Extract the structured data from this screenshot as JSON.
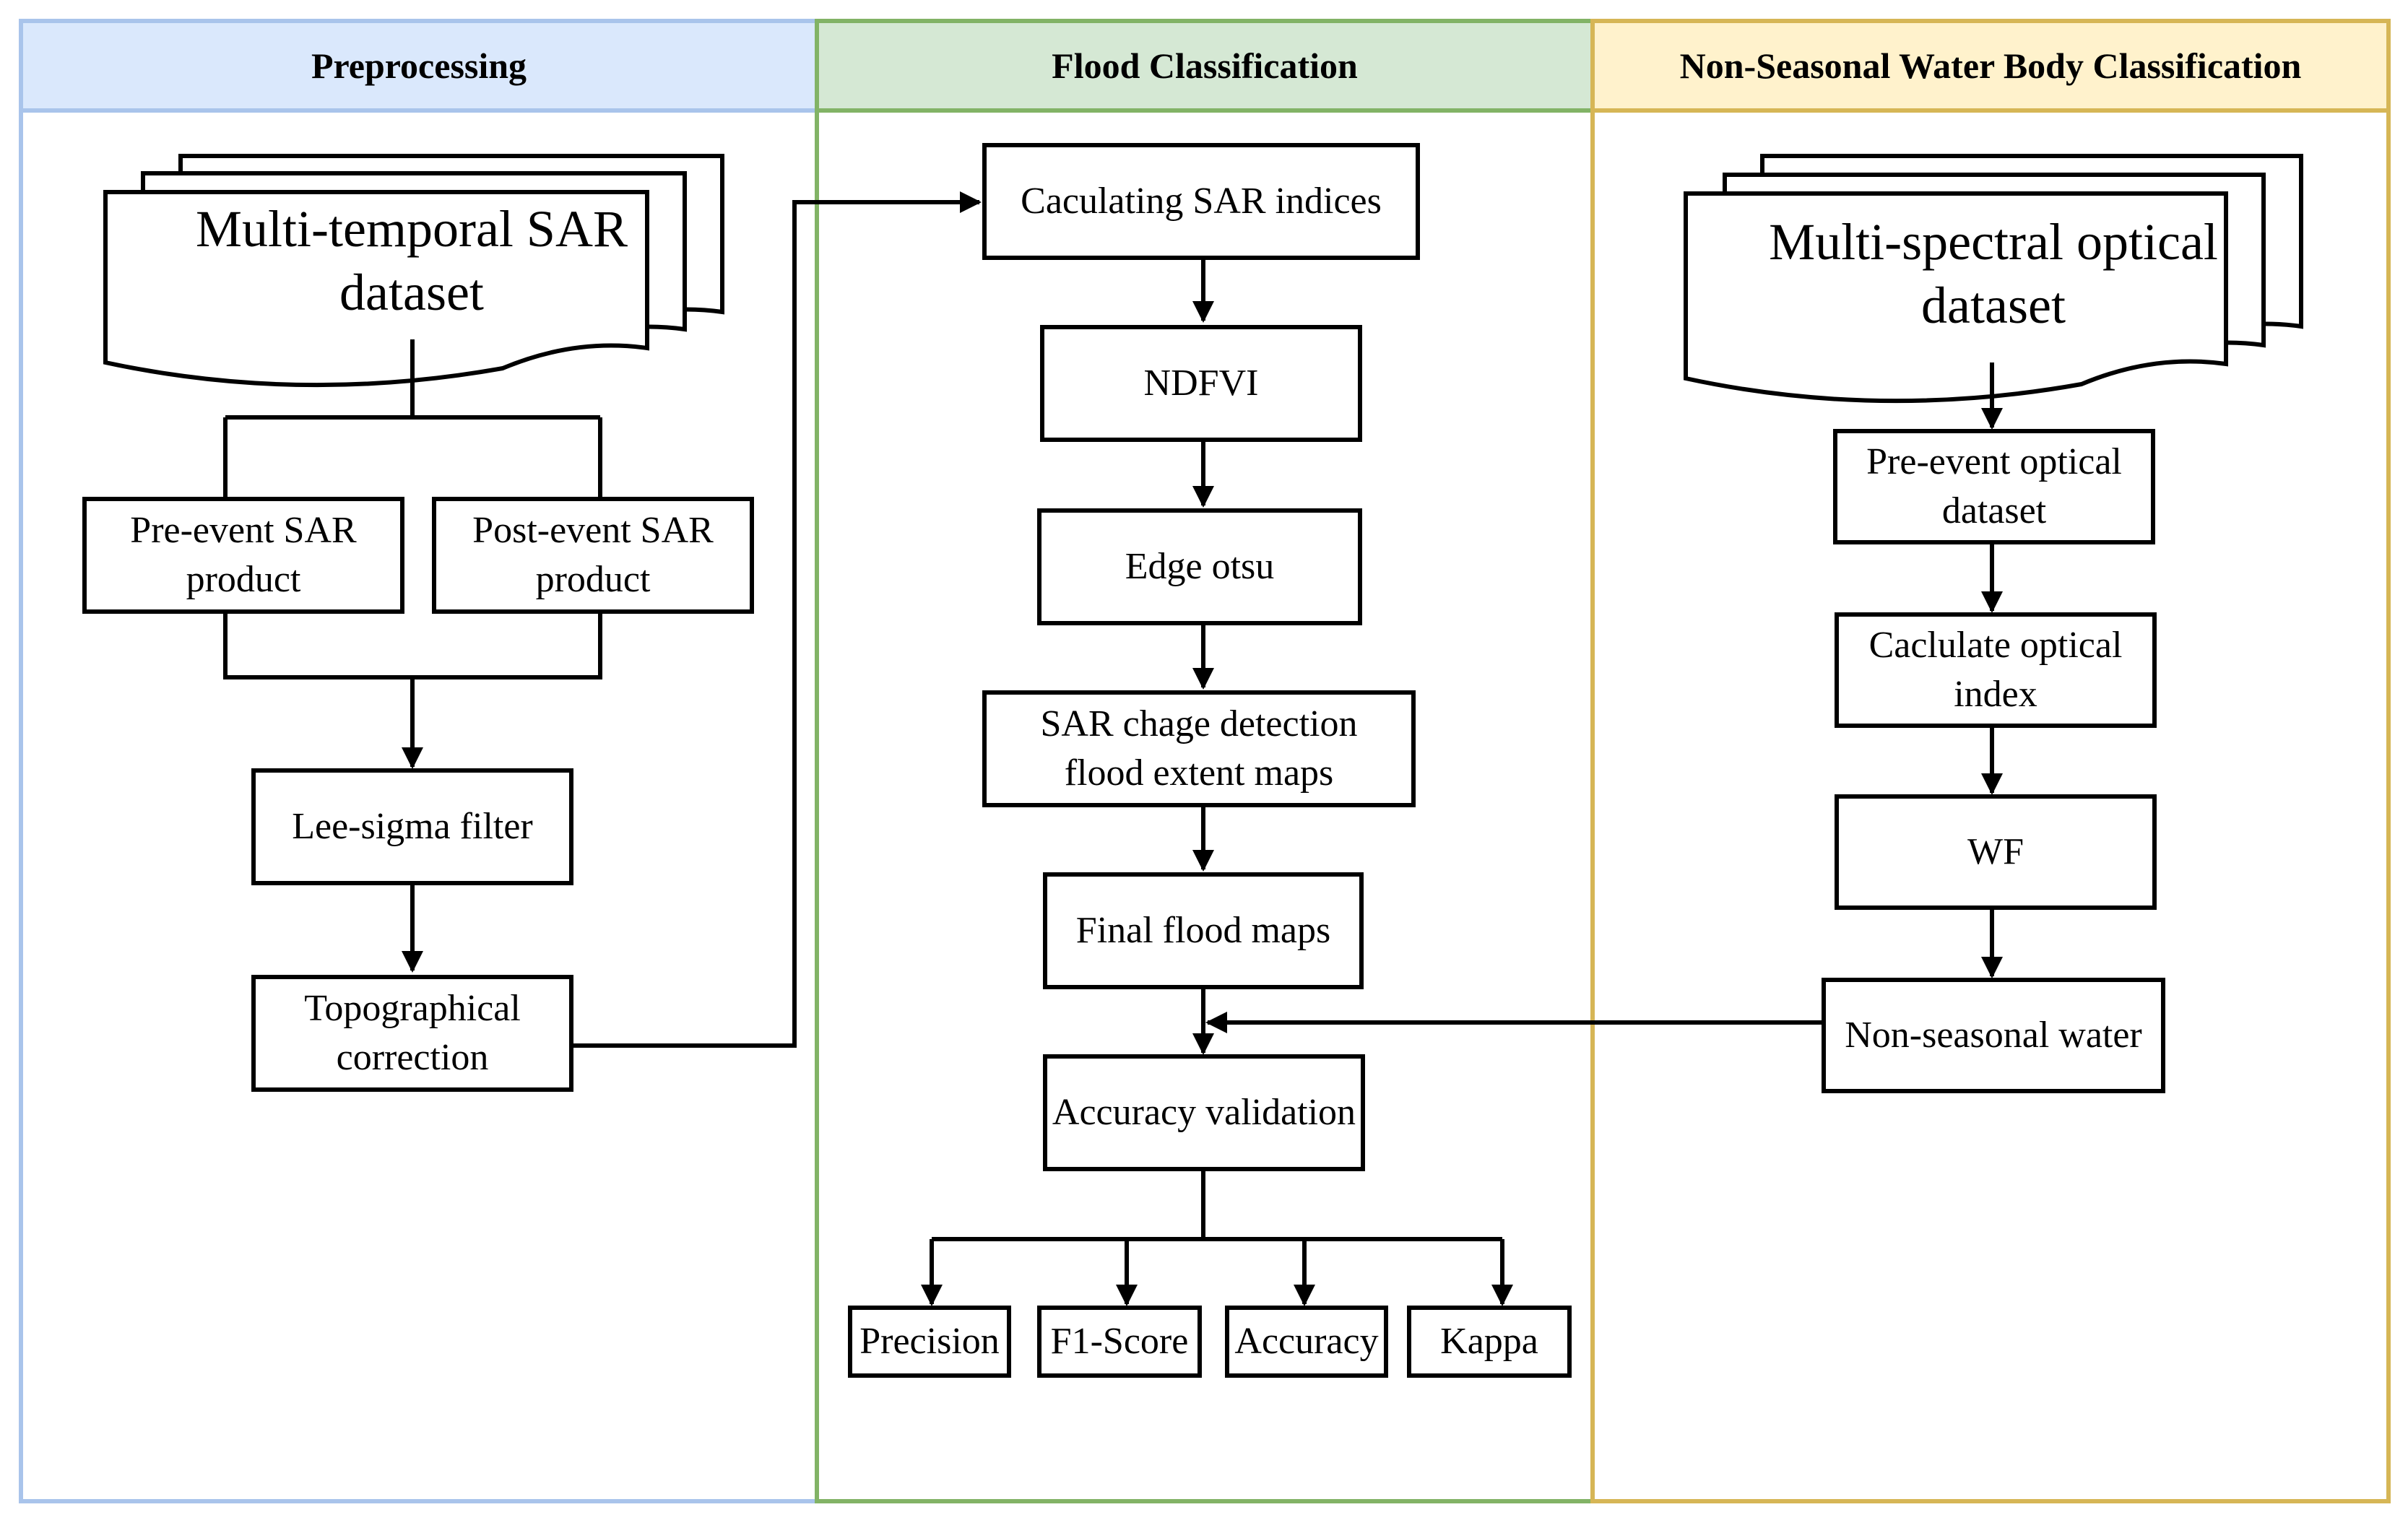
{
  "lanes": {
    "preprocessing": {
      "title": "Preprocessing",
      "border": "#a9c4eb",
      "fill": "#dae8fc"
    },
    "flood": {
      "title": "Flood Classification",
      "border": "#82b366",
      "fill": "#d5e8d4"
    },
    "nonseasonal": {
      "title": "Non-Seasonal Water Body Classification",
      "border": "#d6b656",
      "fill": "#fff2cc"
    }
  },
  "preprocessing": {
    "sar_dataset": "Multi-temporal SAR\ndataset",
    "pre_event": "Pre-event SAR\nproduct",
    "post_event": "Post-event SAR\nproduct",
    "lee_sigma": "Lee-sigma filter",
    "topo": "Topographical\ncorrection"
  },
  "flood": {
    "sar_indices": "Caculating SAR indices",
    "ndfvi": "NDFVI",
    "edge_otsu": "Edge otsu",
    "change_detection": "SAR chage detection\nflood extent maps",
    "final_maps": "Final flood maps",
    "accuracy_validation": "Accuracy validation",
    "metrics": [
      "Precision",
      "F1-Score",
      "Accuracy",
      "Kappa"
    ]
  },
  "nonseasonal": {
    "optical_dataset": "Multi-spectral optical\ndataset",
    "pre_event_optical": "Pre-event optical\ndataset",
    "optical_index": "Caclulate optical\nindex",
    "wf": "WF",
    "non_seasonal_water": "Non-seasonal water"
  }
}
